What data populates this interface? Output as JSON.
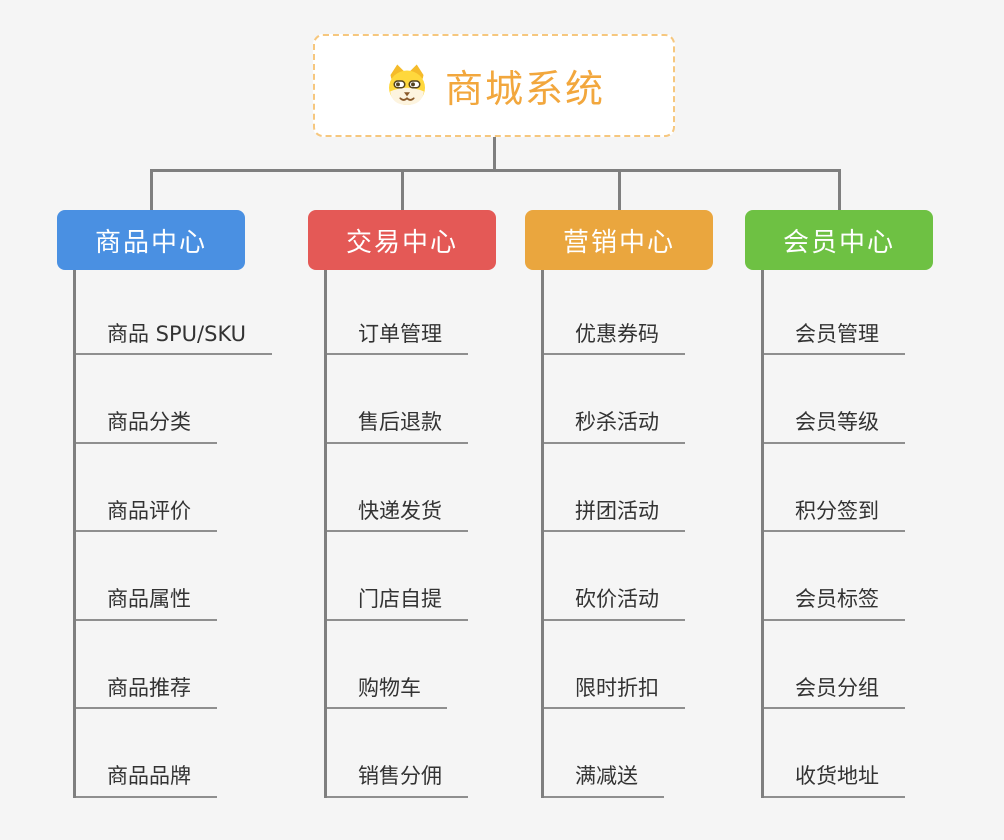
{
  "root": {
    "title": "商城系统",
    "accent_color": "#f2a73d",
    "border_color": "#f6c77e"
  },
  "connector_color": "#7f7f7f",
  "branches": [
    {
      "label": "商品中心",
      "color": "#4a90e2",
      "children": [
        "商品 SPU/SKU",
        "商品分类",
        "商品评价",
        "商品属性",
        "商品推荐",
        "商品品牌"
      ]
    },
    {
      "label": "交易中心",
      "color": "#e45956",
      "children": [
        "订单管理",
        "售后退款",
        "快递发货",
        "门店自提",
        "购物车",
        "销售分佣"
      ]
    },
    {
      "label": "营销中心",
      "color": "#eaa63e",
      "children": [
        "优惠券码",
        "秒杀活动",
        "拼团活动",
        "砍价活动",
        "限时折扣",
        "满减送"
      ]
    },
    {
      "label": "会员中心",
      "color": "#6ec143",
      "children": [
        "会员管理",
        "会员等级",
        "积分签到",
        "会员标签",
        "会员分组",
        "收货地址"
      ]
    }
  ]
}
